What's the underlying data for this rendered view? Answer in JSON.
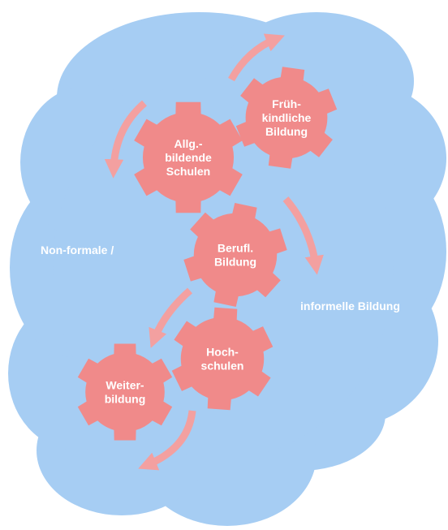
{
  "colors": {
    "cloud": "#a6cdf3",
    "gear": "#f08a8a",
    "arrow": "#f3a0a0",
    "text": "#ffffff"
  },
  "cloud_labels": {
    "left": "Non-formale /",
    "right": "informelle Bildung"
  },
  "gears": [
    {
      "id": "fruehkindliche-bildung",
      "lines": [
        "Früh-",
        "kindliche",
        "Bildung"
      ]
    },
    {
      "id": "allgemeinbildende-schulen",
      "lines": [
        "Allg.-",
        "bildende",
        "Schulen"
      ]
    },
    {
      "id": "berufliche-bildung",
      "lines": [
        "Berufl.",
        "Bildung"
      ]
    },
    {
      "id": "hochschulen",
      "lines": [
        "Hoch-",
        "schulen"
      ]
    },
    {
      "id": "weiterbildung",
      "lines": [
        "Weiter-",
        "bildung"
      ]
    }
  ]
}
